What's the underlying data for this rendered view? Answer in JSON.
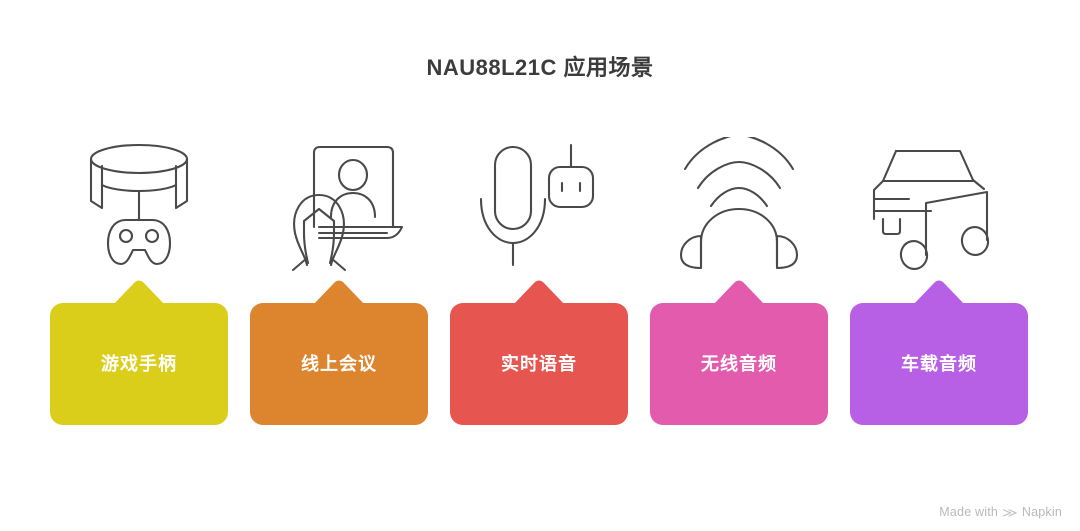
{
  "title": "NAU88L21C 应用场景",
  "scenarios": [
    {
      "label": "游戏手柄",
      "color": "#DBCE1A",
      "icon": "vr-game-controller-icon"
    },
    {
      "label": "线上会议",
      "color": "#DD852E",
      "icon": "laptop-video-call-icon"
    },
    {
      "label": "实时语音",
      "color": "#E65550",
      "icon": "microphone-robot-icon"
    },
    {
      "label": "无线音频",
      "color": "#E35BAC",
      "icon": "wireless-headphones-icon"
    },
    {
      "label": "车载音频",
      "color": "#B860E5",
      "icon": "car-music-note-icon"
    }
  ],
  "watermark": {
    "prefix": "Made with",
    "mark": "≫",
    "brand": "Napkin"
  },
  "colors": {
    "title": "#3c3c3c",
    "icon_stroke": "#4a4a4a",
    "background": "#ffffff",
    "watermark": "#b9b9bd"
  }
}
